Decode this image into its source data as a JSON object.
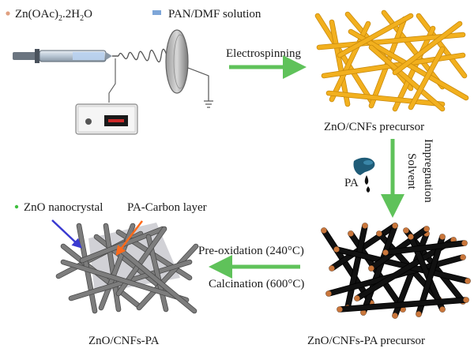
{
  "legend": {
    "zn_salt": {
      "prefix": "Zn(OAc)",
      "sub": "2",
      "mid": ".2H",
      "sub2": "2",
      "suffix": "O"
    },
    "pan": "PAN/DMF solution"
  },
  "steps": {
    "electrospinning": "Electrospinning",
    "solvent": "Solvent",
    "impregnation": "Impregnation",
    "pa": "PA",
    "pre_oxidation": "Pre-oxidation (240°C)",
    "calcination": "Calcination (600°C)"
  },
  "products": {
    "precursor": "ZnO/CNFs precursor",
    "pa_precursor": "ZnO/CNFs-PA precursor",
    "final": "ZnO/CNFs-PA"
  },
  "callouts": {
    "zno_nanocrystal": "ZnO nanocrystal",
    "pa_carbon_layer": "PA-Carbon layer"
  },
  "colors": {
    "salt_dot": "#e0a080",
    "pan_marker": "#7ea6d8",
    "orange_fiber": "#f2b01e",
    "orange_fiber_dark": "#c98a0c",
    "black_fiber": "#111111",
    "tip_copper": "#c9763b",
    "gray_fiber": "#7d7d7d",
    "gray_fiber_dark": "#4a4a4a",
    "carbon_sheet": "#c9c9cf",
    "arrow_green": "#5fc25a",
    "blue_pointer": "#3a3ad0",
    "orange_pointer": "#ff6a1a",
    "nanocrystal_dot": "#3fbf3f"
  }
}
